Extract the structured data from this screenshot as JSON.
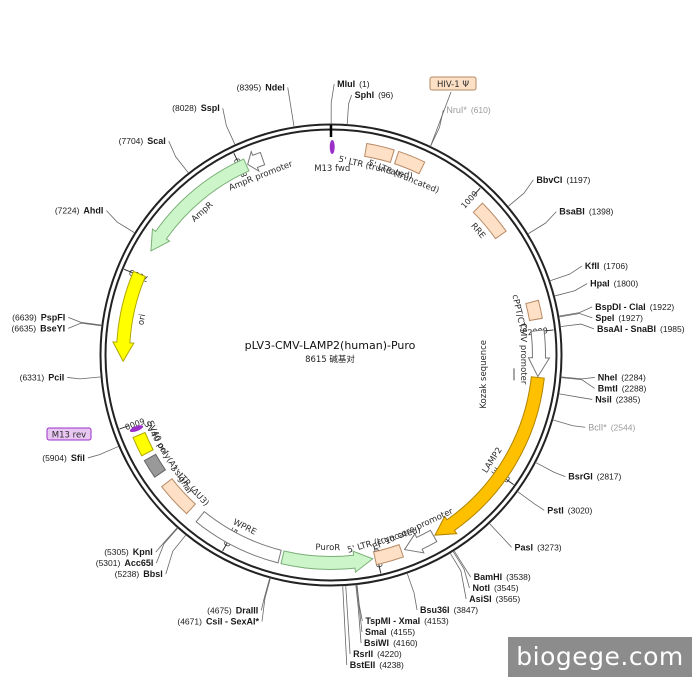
{
  "title": "pLV3-CMV-LAMP2(human)-Puro",
  "subtitle": "8615 碱基对",
  "total_bp": 8615,
  "watermark": "biogege.com",
  "colors": {
    "backbone": "#222222",
    "promoter_fill": "#ffffff",
    "ltr_fill": "#fde0c5",
    "ltr_stroke": "#b88a66",
    "marker_fill": "#ccf5c9",
    "marker_stroke": "#7ab077",
    "ori_fill": "#ffff00",
    "ori_stroke": "#b0a800",
    "gene_fill": "#ffc000",
    "gene_stroke": "#b08400",
    "primer_fill": "#9b30c8",
    "signal_gray": "#999999"
  },
  "features": [
    {
      "name": "5' LTR (truncated)",
      "start": 230,
      "end": 410,
      "type": "ltr"
    },
    {
      "name": "5' LTR (truncated) ",
      "start": 440,
      "end": 620,
      "type": "ltr"
    },
    {
      "name": "RRE",
      "start": 1075,
      "end": 1310,
      "type": "ltr"
    },
    {
      "name": "cPPT/CTS",
      "start": 1800,
      "end": 1918,
      "type": "ltr"
    },
    {
      "name": "CMV promoter",
      "start": 1993,
      "end": 2296,
      "type": "promoter",
      "arrow": true
    },
    {
      "name": "LAMP2",
      "start": 2302,
      "end": 3590,
      "type": "gene",
      "arrow": true
    },
    {
      "name": "EF-1α core promoter",
      "start": 3600,
      "end": 3812,
      "type": "promoter",
      "arrow": true
    },
    {
      "name": "5' LTR (truncated)",
      "start": 3835,
      "end": 4015,
      "type": "ltr"
    },
    {
      "name": "PuroR",
      "start": 4030,
      "end": 4630,
      "type": "marker",
      "arrow": true,
      "reverse": true
    },
    {
      "name": "WPRE",
      "start": 4650,
      "end": 5240,
      "type": "promoter"
    },
    {
      "name": "3' LTR (ΔU3)",
      "start": 5320,
      "end": 5555,
      "type": "ltr"
    },
    {
      "name": "SV40 poly(A) signal",
      "start": 5630,
      "end": 5755,
      "type": "signal"
    },
    {
      "name": "SV40 ori",
      "start": 5790,
      "end": 5920,
      "type": "ori"
    },
    {
      "name": "ori",
      "start": 6420,
      "end": 7010,
      "type": "ori",
      "arrow": true,
      "reverse": true
    },
    {
      "name": "AmpR",
      "start": 7180,
      "end": 8040,
      "type": "marker",
      "arrow": true,
      "reverse": true
    },
    {
      "name": "AmpR promoter",
      "start": 8050,
      "end": 8155,
      "type": "promoter",
      "arrow": true,
      "reverse": true
    }
  ],
  "primers": [
    {
      "name": "M13 fwd",
      "pos": 8,
      "boxed": false
    },
    {
      "name": "M13 rev",
      "pos": 5965,
      "boxed": true
    }
  ],
  "small_mark_label": "Kozak sequence",
  "ticks": [
    {
      "pos": 1000,
      "label": "1000"
    },
    {
      "pos": 2000,
      "label": "2000"
    },
    {
      "pos": 3000,
      "label": "3000"
    },
    {
      "pos": 4000,
      "label": "4000"
    },
    {
      "pos": 5000,
      "label": "5000"
    },
    {
      "pos": 6000,
      "label": "6000"
    },
    {
      "pos": 7000,
      "label": "7000"
    },
    {
      "pos": 8000,
      "label": "8000"
    }
  ],
  "sites": [
    {
      "name": "MluI",
      "pos": "(1)",
      "bp": 1,
      "gray": false
    },
    {
      "name": "SphI",
      "pos": "(96)",
      "bp": 96,
      "gray": false
    },
    {
      "name": "NruI*",
      "pos": "(610)",
      "bp": 610,
      "gray": true
    },
    {
      "name": "BbvCI",
      "pos": "(1197)",
      "bp": 1197,
      "gray": false
    },
    {
      "name": "BsaBI",
      "pos": "(1398)",
      "bp": 1398,
      "gray": false
    },
    {
      "name": "KflI",
      "pos": "(1706)",
      "bp": 1706,
      "gray": false
    },
    {
      "name": "HpaI",
      "pos": "(1800)",
      "bp": 1800,
      "gray": false
    },
    {
      "name": "BspDI - ClaI",
      "pos": "(1922)",
      "bp": 1922,
      "gray": false
    },
    {
      "name": "SpeI",
      "pos": "(1927)",
      "bp": 1927,
      "gray": false
    },
    {
      "name": "BsaAI - SnaBI",
      "pos": "(1985)",
      "bp": 1985,
      "gray": false
    },
    {
      "name": "NheI",
      "pos": "(2284)",
      "bp": 2284,
      "gray": false
    },
    {
      "name": "BmtI",
      "pos": "(2288)",
      "bp": 2288,
      "gray": false
    },
    {
      "name": "NsiI",
      "pos": "(2385)",
      "bp": 2385,
      "gray": false
    },
    {
      "name": "BclI*",
      "pos": "(2544)",
      "bp": 2544,
      "gray": true
    },
    {
      "name": "BsrGI",
      "pos": "(2817)",
      "bp": 2817,
      "gray": false
    },
    {
      "name": "PstI",
      "pos": "(3020)",
      "bp": 3020,
      "gray": false
    },
    {
      "name": "PasI",
      "pos": "(3273)",
      "bp": 3273,
      "gray": false
    },
    {
      "name": "BamHI",
      "pos": "(3538)",
      "bp": 3538,
      "gray": false
    },
    {
      "name": "NotI",
      "pos": "(3545)",
      "bp": 3545,
      "gray": false
    },
    {
      "name": "AsiSI",
      "pos": "(3565)",
      "bp": 3565,
      "gray": false
    },
    {
      "name": "Bsu36I",
      "pos": "(3847)",
      "bp": 3847,
      "gray": false
    },
    {
      "name": "TspMI - XmaI",
      "pos": "(4153)",
      "bp": 4153,
      "gray": false
    },
    {
      "name": "SmaI",
      "pos": "(4155)",
      "bp": 4155,
      "gray": false
    },
    {
      "name": "BsiWI",
      "pos": "(4160)",
      "bp": 4160,
      "gray": false
    },
    {
      "name": "RsrII",
      "pos": "(4220)",
      "bp": 4220,
      "gray": false
    },
    {
      "name": "BstEII",
      "pos": "(4238)",
      "bp": 4238,
      "gray": false
    },
    {
      "name": "DraIII",
      "pos": "(4675)",
      "bp": 4675,
      "gray": false
    },
    {
      "name": "CsiI - SexAI*",
      "pos": "(4671)",
      "bp": 4671,
      "gray": false,
      "gray_part": " - SexAI*"
    },
    {
      "name": "BbsI",
      "pos": "(5238)",
      "bp": 5238,
      "gray": false
    },
    {
      "name": "Acc65I",
      "pos": "(5301)",
      "bp": 5301,
      "gray": false
    },
    {
      "name": "KpnI",
      "pos": "(5305)",
      "bp": 5305,
      "gray": false
    },
    {
      "name": "SfiI",
      "pos": "(5904)",
      "bp": 5904,
      "gray": false
    },
    {
      "name": "PciI",
      "pos": "(6331)",
      "bp": 6331,
      "gray": false
    },
    {
      "name": "BseYI",
      "pos": "(6635)",
      "bp": 6635,
      "gray": false
    },
    {
      "name": "PspFI",
      "pos": "(6639)",
      "bp": 6639,
      "gray": false
    },
    {
      "name": "AhdI",
      "pos": "(7224)",
      "bp": 7224,
      "gray": false
    },
    {
      "name": "ScaI",
      "pos": "(7704)",
      "bp": 7704,
      "gray": false
    },
    {
      "name": "SspI",
      "pos": "(8028)",
      "bp": 8028,
      "gray": false
    },
    {
      "name": "NdeI",
      "pos": "(8395)",
      "bp": 8395,
      "gray": false
    }
  ],
  "boxed_site": {
    "name": "HIV-1 Ψ",
    "bp": 610
  }
}
